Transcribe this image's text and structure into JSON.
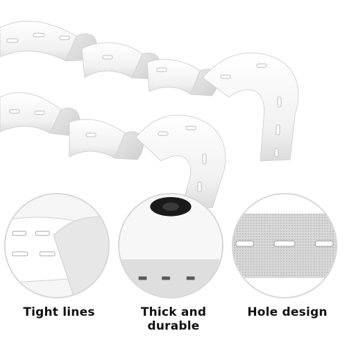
{
  "captions": [
    "Tight lines",
    "Thick and durable",
    "Hole design"
  ]
}
